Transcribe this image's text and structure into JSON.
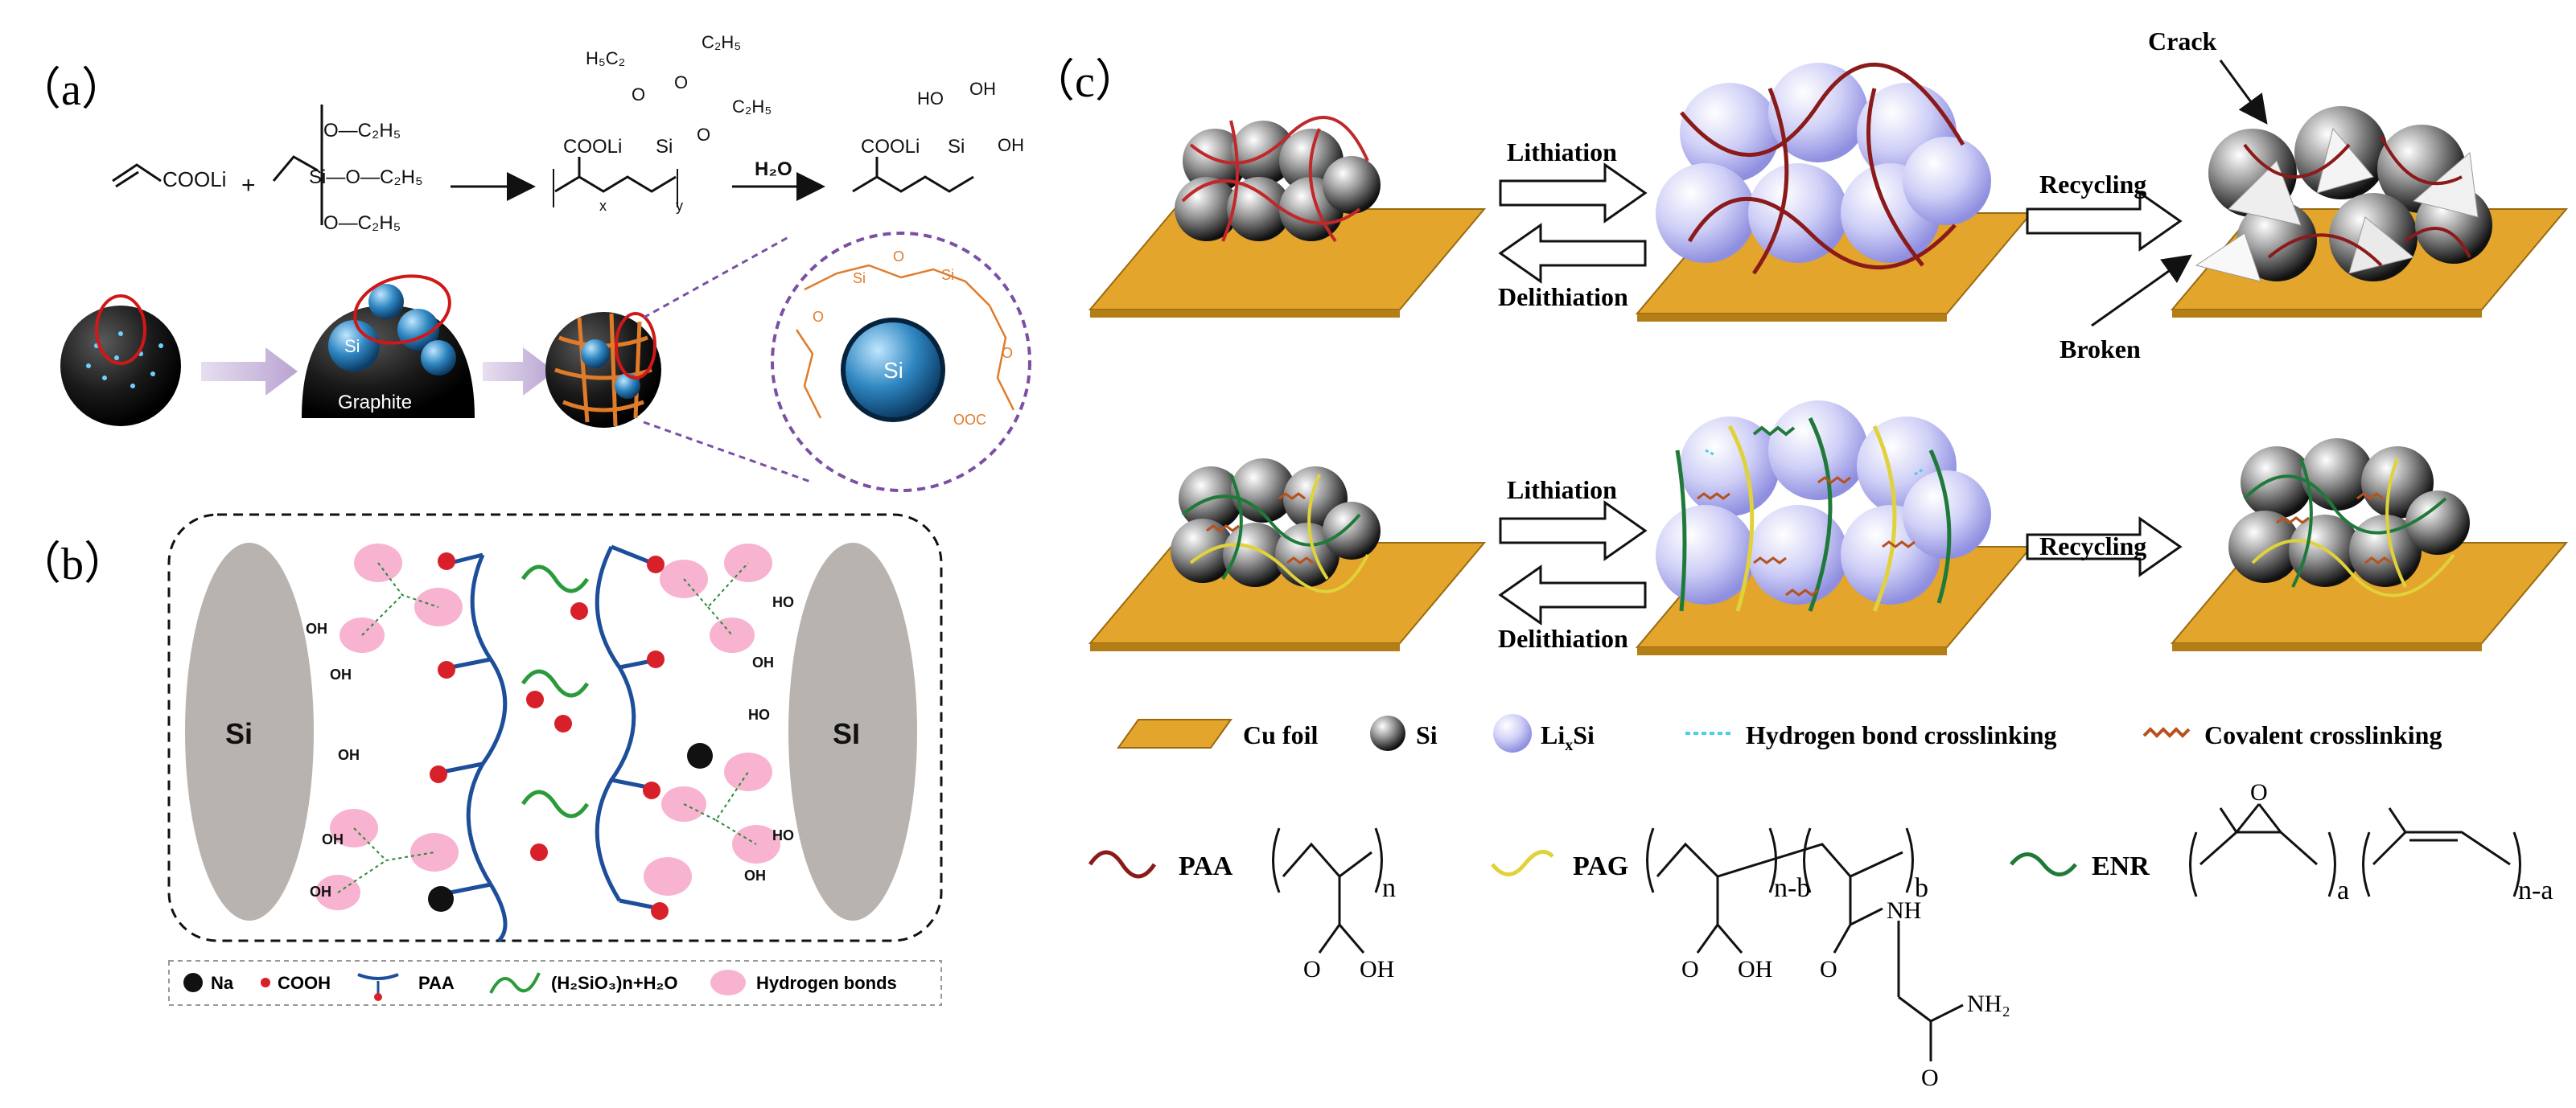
{
  "panels": {
    "a": {
      "label": "（a）"
    },
    "b": {
      "label": "（b）"
    },
    "c": {
      "label": "（c）"
    }
  },
  "panel_a": {
    "reagent1": "COOLi",
    "silane_groups": [
      "O—C₂H₅",
      "Si—O—C₂H₅",
      "O—C₂H₅"
    ],
    "plus": "+",
    "copolymer_cooli": "COOLi",
    "copolymer_si": "Si",
    "ethoxy_1": "H₅C₂",
    "ethoxy_2": "C₂H₅",
    "ethoxy_3": "C₂H₅",
    "reagent_water": "H₂O",
    "product_cooli": "COOLi",
    "product_si": "Si",
    "product_ho": "HO",
    "product_oh1": "OH",
    "product_oh2": "OH",
    "sub_x": "x",
    "sub_y": "y",
    "si_label": "Si",
    "graphite_label": "Graphite",
    "zoom_si_label": "Si",
    "siloxane_label": "Si",
    "ooc_label": "OOC"
  },
  "panel_b": {
    "si_left": "Si",
    "si_right": "SI",
    "oh": "OH",
    "ho": "HO",
    "legend": {
      "na": "Na",
      "cooh": "COOH",
      "paa": "PAA",
      "sio": "(H₂SiO₃)n+H₂O",
      "hbond": "Hydrogen bonds"
    }
  },
  "panel_c": {
    "row1": {
      "lithiation": "Lithiation",
      "delithiation": "Delithiation",
      "recycling": "Recycling",
      "crack": "Crack",
      "broken": "Broken"
    },
    "row2": {
      "lithiation": "Lithiation",
      "delithiation": "Delithiation",
      "recycling": "Recycling"
    },
    "legend": {
      "cu_foil": "Cu foil",
      "si": "Si",
      "lixsi_main": "Li",
      "lixsi_sub": "x",
      "lixsi_end": "Si",
      "hbond_cross": "Hydrogen bond crosslinking",
      "cov_cross": "Covalent crosslinking"
    },
    "polymers": {
      "paa": "PAA",
      "pag": "PAG",
      "enr": "ENR",
      "paa_sub": "n",
      "pag_sub1": "n-b",
      "pag_sub2": "b",
      "enr_sub1": "a",
      "enr_sub2": "n-a",
      "cooh_o": "O",
      "cooh_oh": "OH",
      "pag_o": "O",
      "pag_oh": "OH",
      "pag_o2": "O",
      "pag_nh": "NH",
      "pag_nh2": "NH₂",
      "pag_o3": "O",
      "enr_o": "O"
    }
  },
  "colors": {
    "cu_foil": "#E3A52B",
    "cu_edge": "#9a6a10",
    "paa": "#8B1A1A",
    "pag": "#E0D23A",
    "enr": "#1F7A3A",
    "hbond_pink": "#F7B3D0",
    "cooh_red": "#D8202A",
    "si_grey": "#B9B3B0",
    "lixsi": "#C9C8F2",
    "graphite": "#1a1a1a",
    "si_blue": "#2E86C1"
  }
}
